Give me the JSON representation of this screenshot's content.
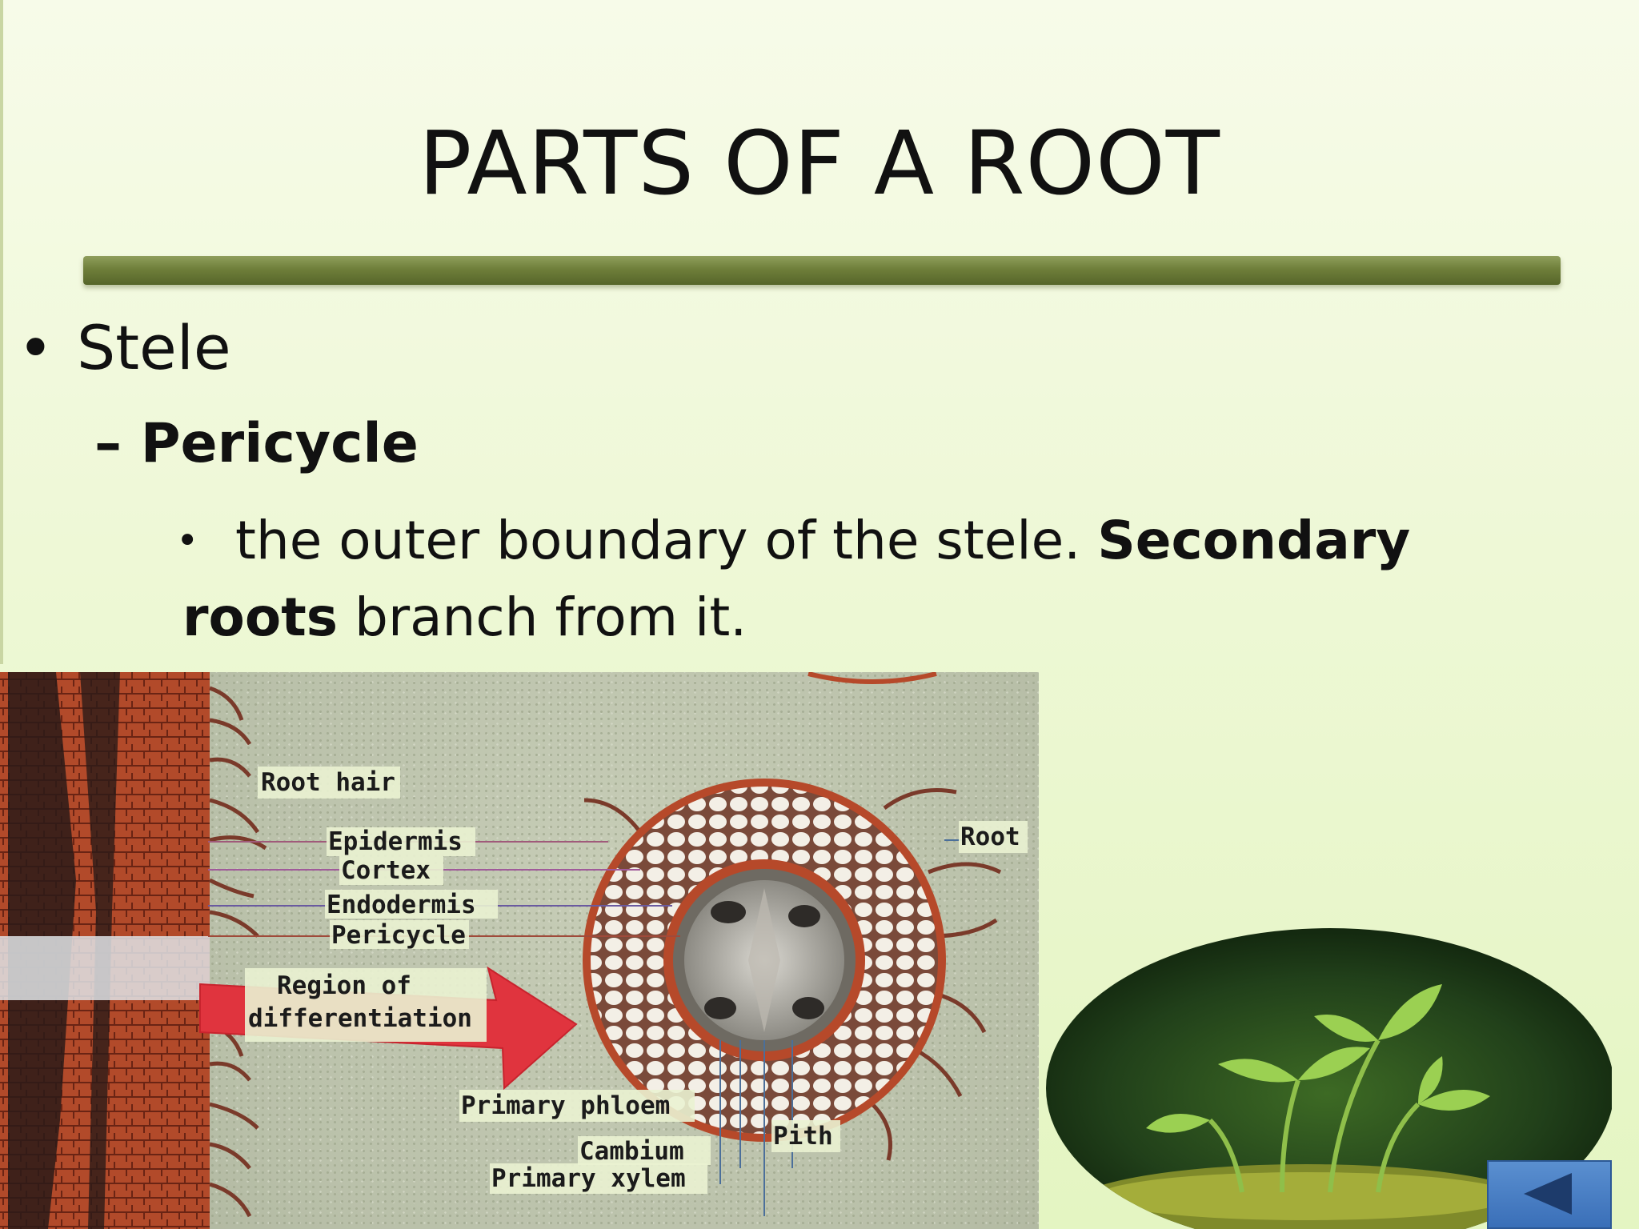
{
  "slide": {
    "title": "PARTS OF A ROOT",
    "bullet1": {
      "marker": "•",
      "text": "Stele"
    },
    "bullet2": {
      "marker": "–",
      "text": "Pericycle"
    },
    "bullet3": {
      "marker": "•",
      "text_a": "the outer boundary of the stele. ",
      "bold_a": "Secondary",
      "bold_b": "roots",
      "text_b": " branch from it."
    }
  },
  "diagram": {
    "labels": {
      "root_hair": "Root hair",
      "epidermis": "Epidermis",
      "cortex": "Cortex",
      "endodermis": "Endodermis",
      "pericycle": "Pericycle",
      "region_of": "Region of",
      "differentiation": "differentiation",
      "root": "Root",
      "primary_phloem": "Primary phloem",
      "pith": "Pith",
      "cambium": "Cambium",
      "primary_xylem": "Primary xylem"
    },
    "colors": {
      "root_outer": "#b6492a",
      "arrow": "#e0343e",
      "cells": "#f3efe6"
    }
  },
  "photo": {
    "subject": "seedling-photo"
  },
  "navigation": {
    "prev_icon": "triangle-left-icon"
  }
}
